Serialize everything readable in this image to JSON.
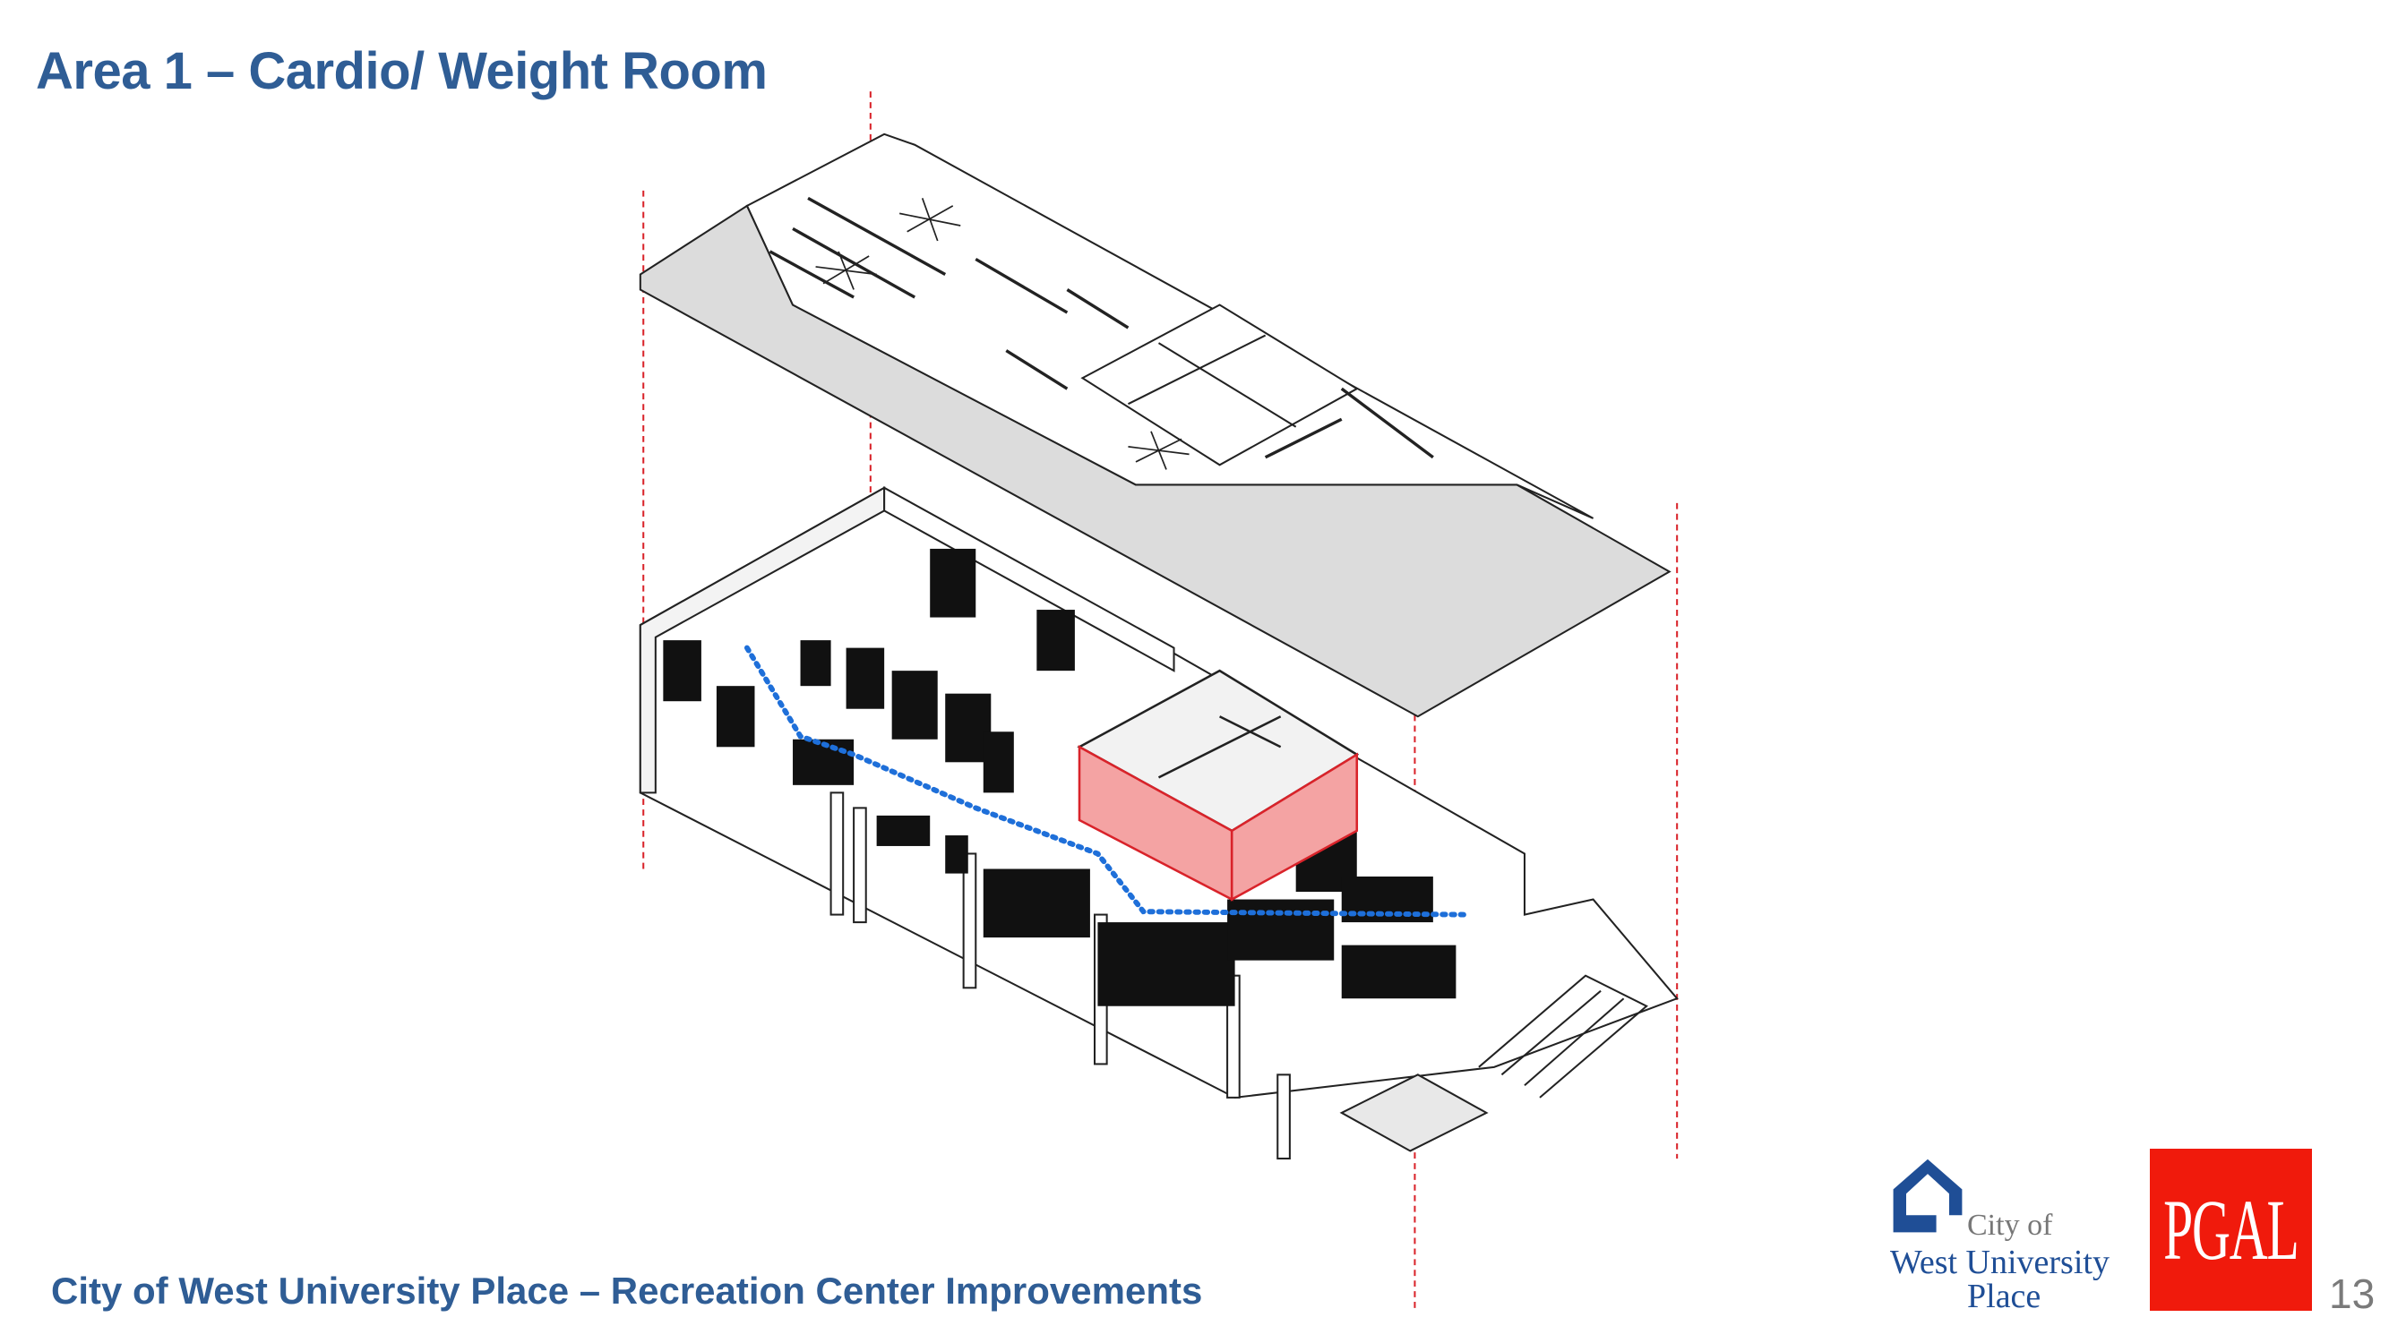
{
  "slide": {
    "title": "Area 1 – Cardio/ Weight Room",
    "footer": "City of West University Place – Recreation Center Improvements",
    "page_number": "13"
  },
  "logos": {
    "city": {
      "line1": "City of",
      "line2": "West University",
      "line3": "Place"
    },
    "firm": {
      "text": "PGAL"
    }
  },
  "colors": {
    "title": "#2f5d95",
    "highlight_box": "#f4a3a3",
    "path": "#1e6fd9",
    "section_lines": "#d9232a",
    "pgal": "#f01a0c"
  }
}
